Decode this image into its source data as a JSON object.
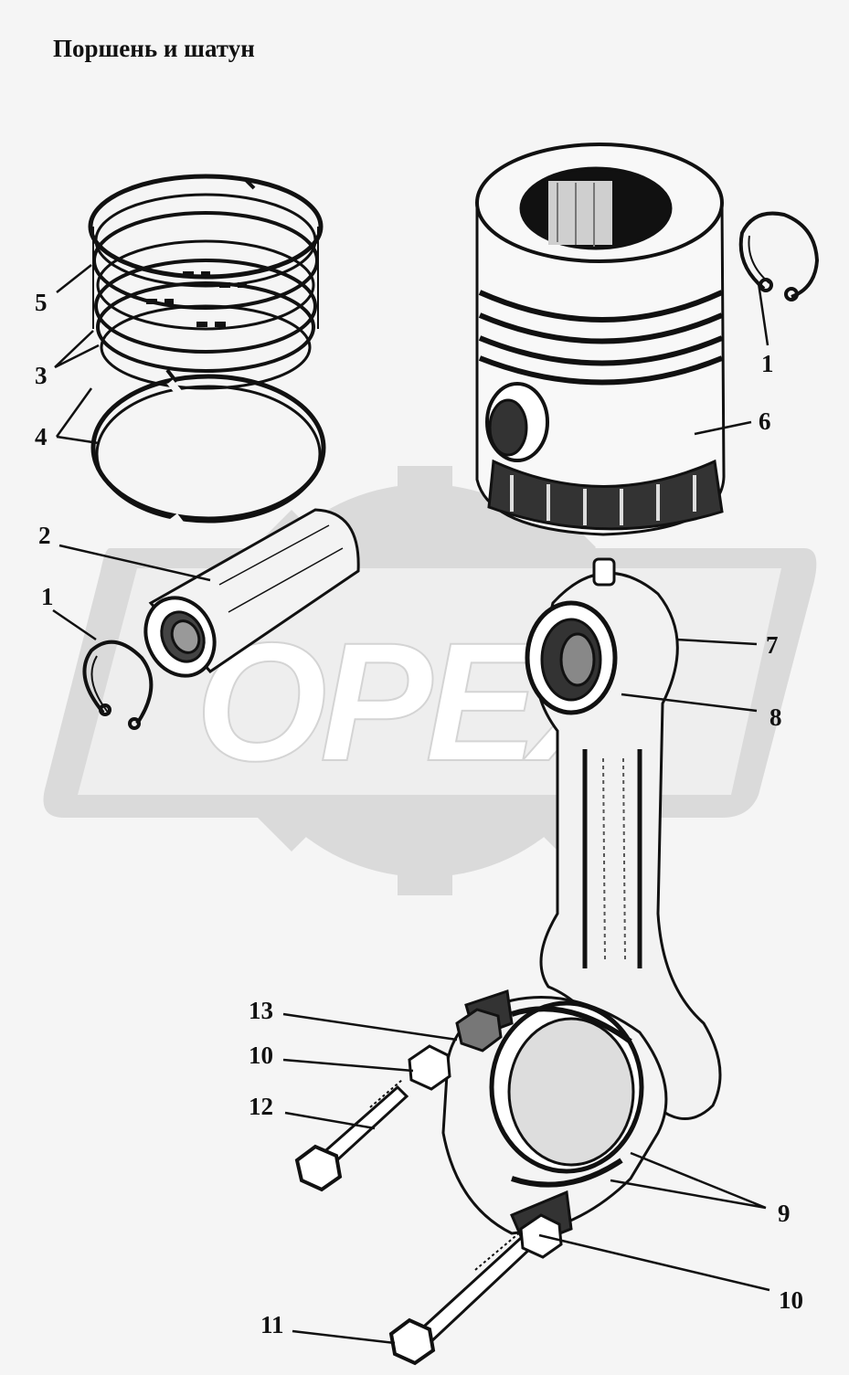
{
  "title": "Поршень и шатун",
  "watermark": {
    "text": "OPEX"
  },
  "callouts": [
    {
      "label": "5"
    },
    {
      "label": "3"
    },
    {
      "label": "4"
    },
    {
      "label": "2"
    },
    {
      "label": "1"
    },
    {
      "label": "1"
    },
    {
      "label": "6"
    },
    {
      "label": "7"
    },
    {
      "label": "8"
    },
    {
      "label": "13"
    },
    {
      "label": "10"
    },
    {
      "label": "12"
    },
    {
      "label": "9"
    },
    {
      "label": "10"
    },
    {
      "label": "11"
    }
  ],
  "colors": {
    "ink": "#111111",
    "background": "#f5f5f5",
    "watermark": "#dadada"
  }
}
